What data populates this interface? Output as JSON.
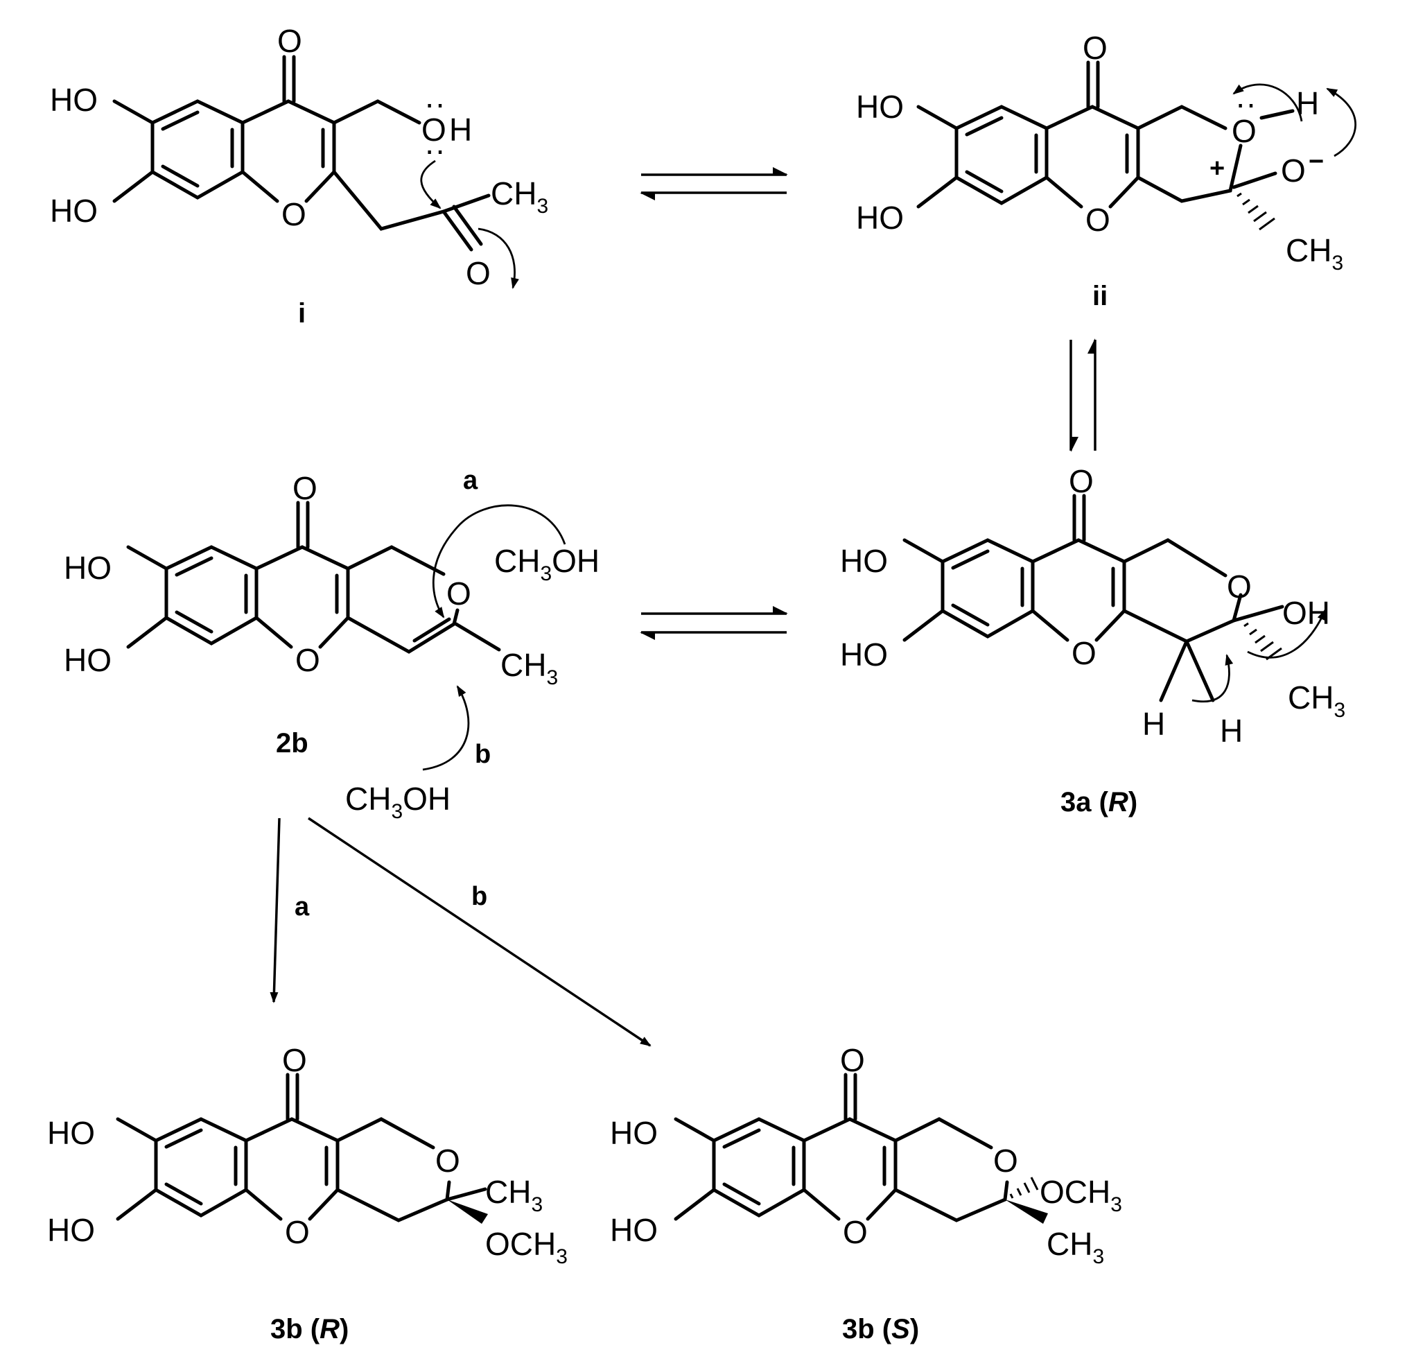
{
  "compounds": {
    "i": {
      "label": "i"
    },
    "ii": {
      "label": "ii"
    },
    "c2b": {
      "label": "2b"
    },
    "c3a": {
      "label": "3a",
      "config": "R"
    },
    "c3bR": {
      "label": "3b",
      "config": "R"
    },
    "c3bS": {
      "label": "3b",
      "config": "S"
    }
  },
  "atoms": {
    "ho": "HO",
    "o": "O",
    "oh": "OH",
    "h": "H",
    "ch3": "CH",
    "ch3_sub": "3",
    "och3": "OCH",
    "och3_sub": "3",
    "methanol_pre": "CH",
    "methanol_sub": "3",
    "methanol_post": "OH",
    "plus": "+",
    "minus": "−",
    "lone_pair": "··"
  },
  "pathways": {
    "a": "a",
    "b": "b"
  }
}
